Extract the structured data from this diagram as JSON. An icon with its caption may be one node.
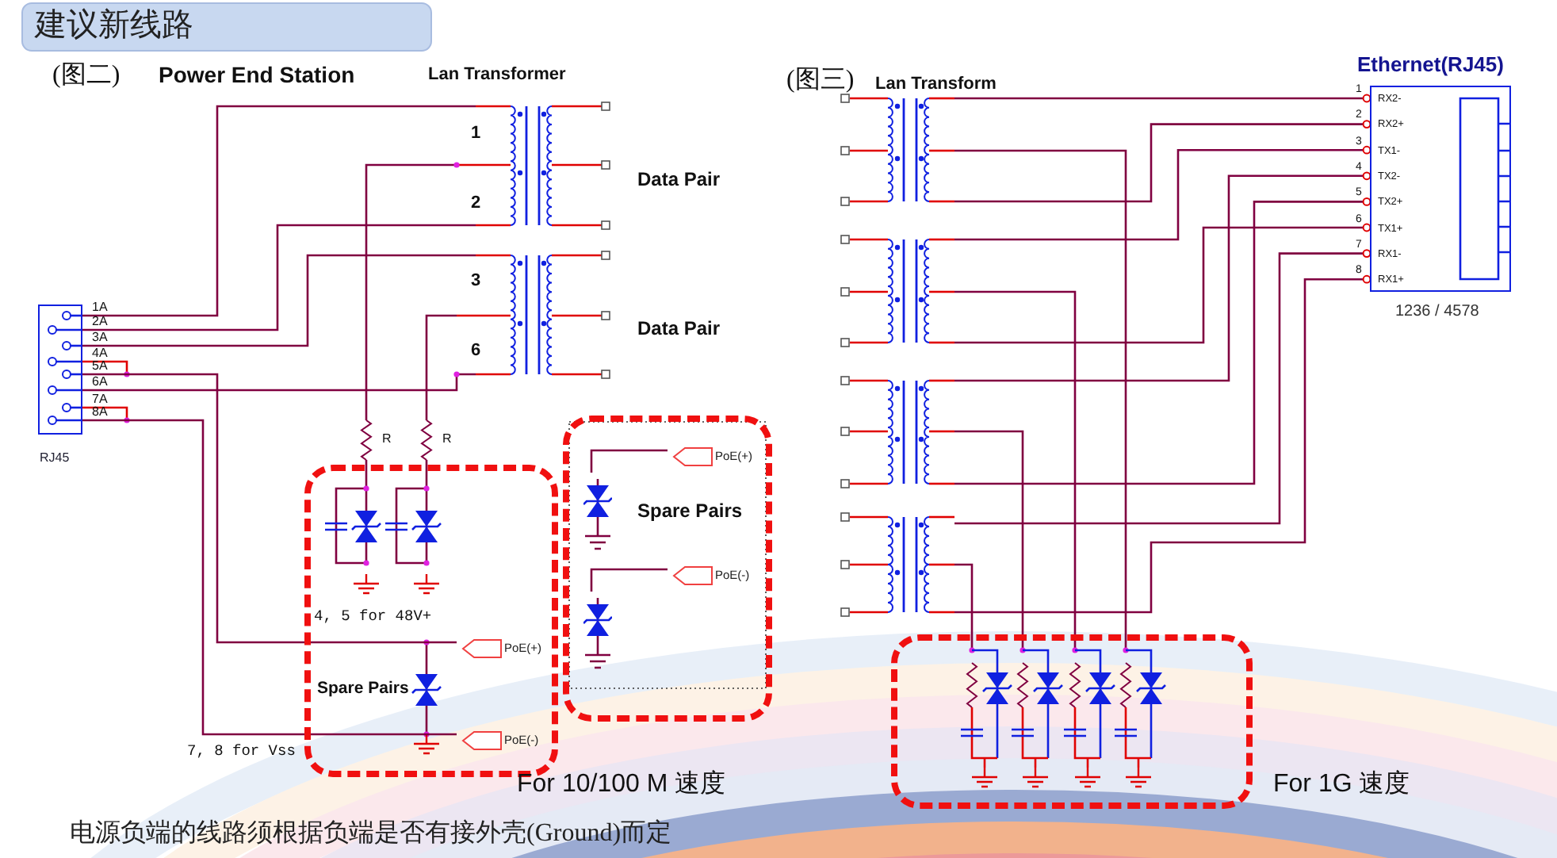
{
  "diagram": {
    "title": "建议新线路",
    "caption": "电源负端的线路须根据负端是否有接外壳(Ground)而定",
    "nodes": [
      {
        "text": [
          "RJ45"
        ]
      },
      {
        "text": [
          "Spare Pairs"
        ]
      },
      {
        "text": [
          "PoE(+)"
        ],
        "in": 1
      },
      {
        "text": [
          "PoE(-)"
        ],
        "in": 1
      },
      {
        "text": [
          "Spare Pairs"
        ]
      },
      {
        "text": [
          "PoE(+)"
        ],
        "in": 4
      },
      {
        "text": [
          "PoE(-)"
        ],
        "in": 4
      },
      {
        "text": [
          "Ethernet(RJ45)"
        ],
        "beside": [
          "1236 / 4578"
        ]
      },
      {
        "text": [],
        "shape": "box"
      },
      {
        "text": [],
        "shape": "diode",
        "in": 4
      },
      {
        "text": [],
        "shape": "diode",
        "in": 4
      }
    ],
    "edges": [
      {
        "from": 0,
        "to": 2,
        "arrow": "none"
      },
      {
        "from": 0,
        "to": 3,
        "arrow": "none"
      },
      {
        "from": 9,
        "to": 5,
        "arrow": "none"
      },
      {
        "from": 10,
        "to": 6,
        "arrow": "none"
      }
    ],
    "labels": [
      "(图二)",
      "Power End Station",
      "Lan Transformer",
      "1",
      "2",
      "3",
      "6",
      "Data Pair",
      "Data Pair",
      "1A",
      "2A",
      "3A",
      "4A",
      "5A",
      "6A",
      "7A",
      "8A",
      "R",
      "R",
      "4, 5 for 48V+",
      "7, 8 for Vss",
      "For 10/100 M 速度",
      "(图三)",
      "Lan Transform",
      "1",
      "2",
      "3",
      "4",
      "5",
      "6",
      "7",
      "8",
      "RX2-",
      "RX2+",
      "TX1-",
      "TX2-",
      "TX2+",
      "TX1+",
      "RX1-",
      "RX1+",
      "For 1G 速度"
    ]
  }
}
